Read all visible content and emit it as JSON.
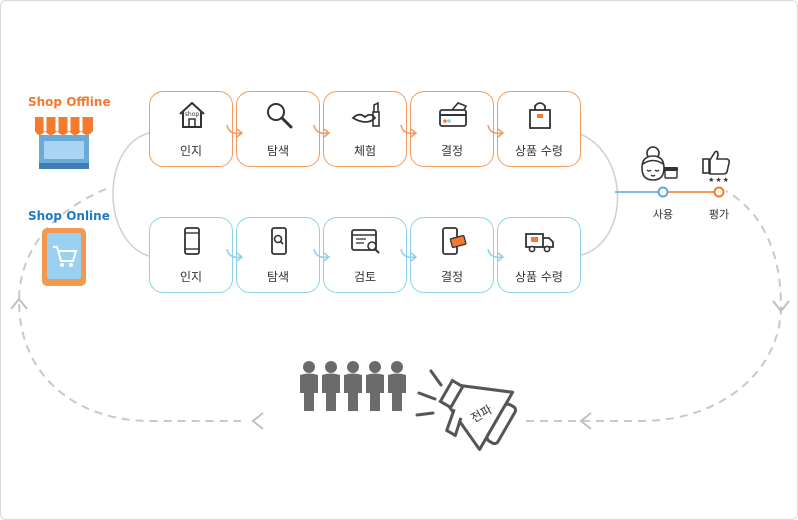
{
  "channels": {
    "offline": {
      "title": "Shop Offline",
      "title_color": "#f47a30",
      "steps": [
        {
          "label": "인지",
          "icon": "shop-house-icon",
          "icon_text": "shop"
        },
        {
          "label": "탐색",
          "icon": "magnifier-icon"
        },
        {
          "label": "체험",
          "icon": "lipstick-icon"
        },
        {
          "label": "결정",
          "icon": "credit-card-icon"
        },
        {
          "label": "상품 수령",
          "icon": "shopping-bag-icon"
        }
      ]
    },
    "online": {
      "title": "Shop Online",
      "title_color": "#1e7bbf",
      "steps": [
        {
          "label": "인지",
          "icon": "smartphone-icon"
        },
        {
          "label": "탐색",
          "icon": "phone-search-icon"
        },
        {
          "label": "검토",
          "icon": "browser-search-icon"
        },
        {
          "label": "결정",
          "icon": "phone-card-icon"
        },
        {
          "label": "상품 수령",
          "icon": "delivery-truck-icon"
        }
      ]
    }
  },
  "post": {
    "use_label": "사용",
    "review_label": "평가",
    "use_color": "#5aa9d8",
    "review_color": "#f47a30",
    "stars": "★★★"
  },
  "spread": {
    "megaphone_text": "전파",
    "people_count": 5
  },
  "colors": {
    "offline_border": "#f39a5c",
    "online_border": "#8fd0ea",
    "loop_dash": "#c8c8c8",
    "icon_dark": "#333333"
  }
}
